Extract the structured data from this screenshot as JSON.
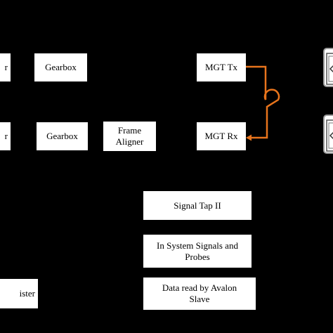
{
  "diagram": {
    "blocks": {
      "left_cut_top": "r",
      "gearbox_top": "Gearbox",
      "mgt_tx": "MGT Tx",
      "left_cut_bottom": "r",
      "gearbox_bottom": "Gearbox",
      "frame_aligner_line1": "Frame",
      "frame_aligner_line2": "Aligner",
      "mgt_rx": "MGT Rx",
      "signal_tap": "Signal Tap II",
      "in_system_line1": "In System Signals and",
      "in_system_line2": "Probes",
      "avalon_line1": "Data read by Avalon",
      "avalon_line2": "Slave",
      "register_cut": "ister"
    },
    "colors": {
      "background": "#000000",
      "box_fill": "#ffffff",
      "text": "#000000",
      "loopback_wire": "#e8741c"
    },
    "icons": {
      "connector_top": "sfp-connector-icon",
      "connector_bottom": "sfp-connector-icon"
    }
  }
}
